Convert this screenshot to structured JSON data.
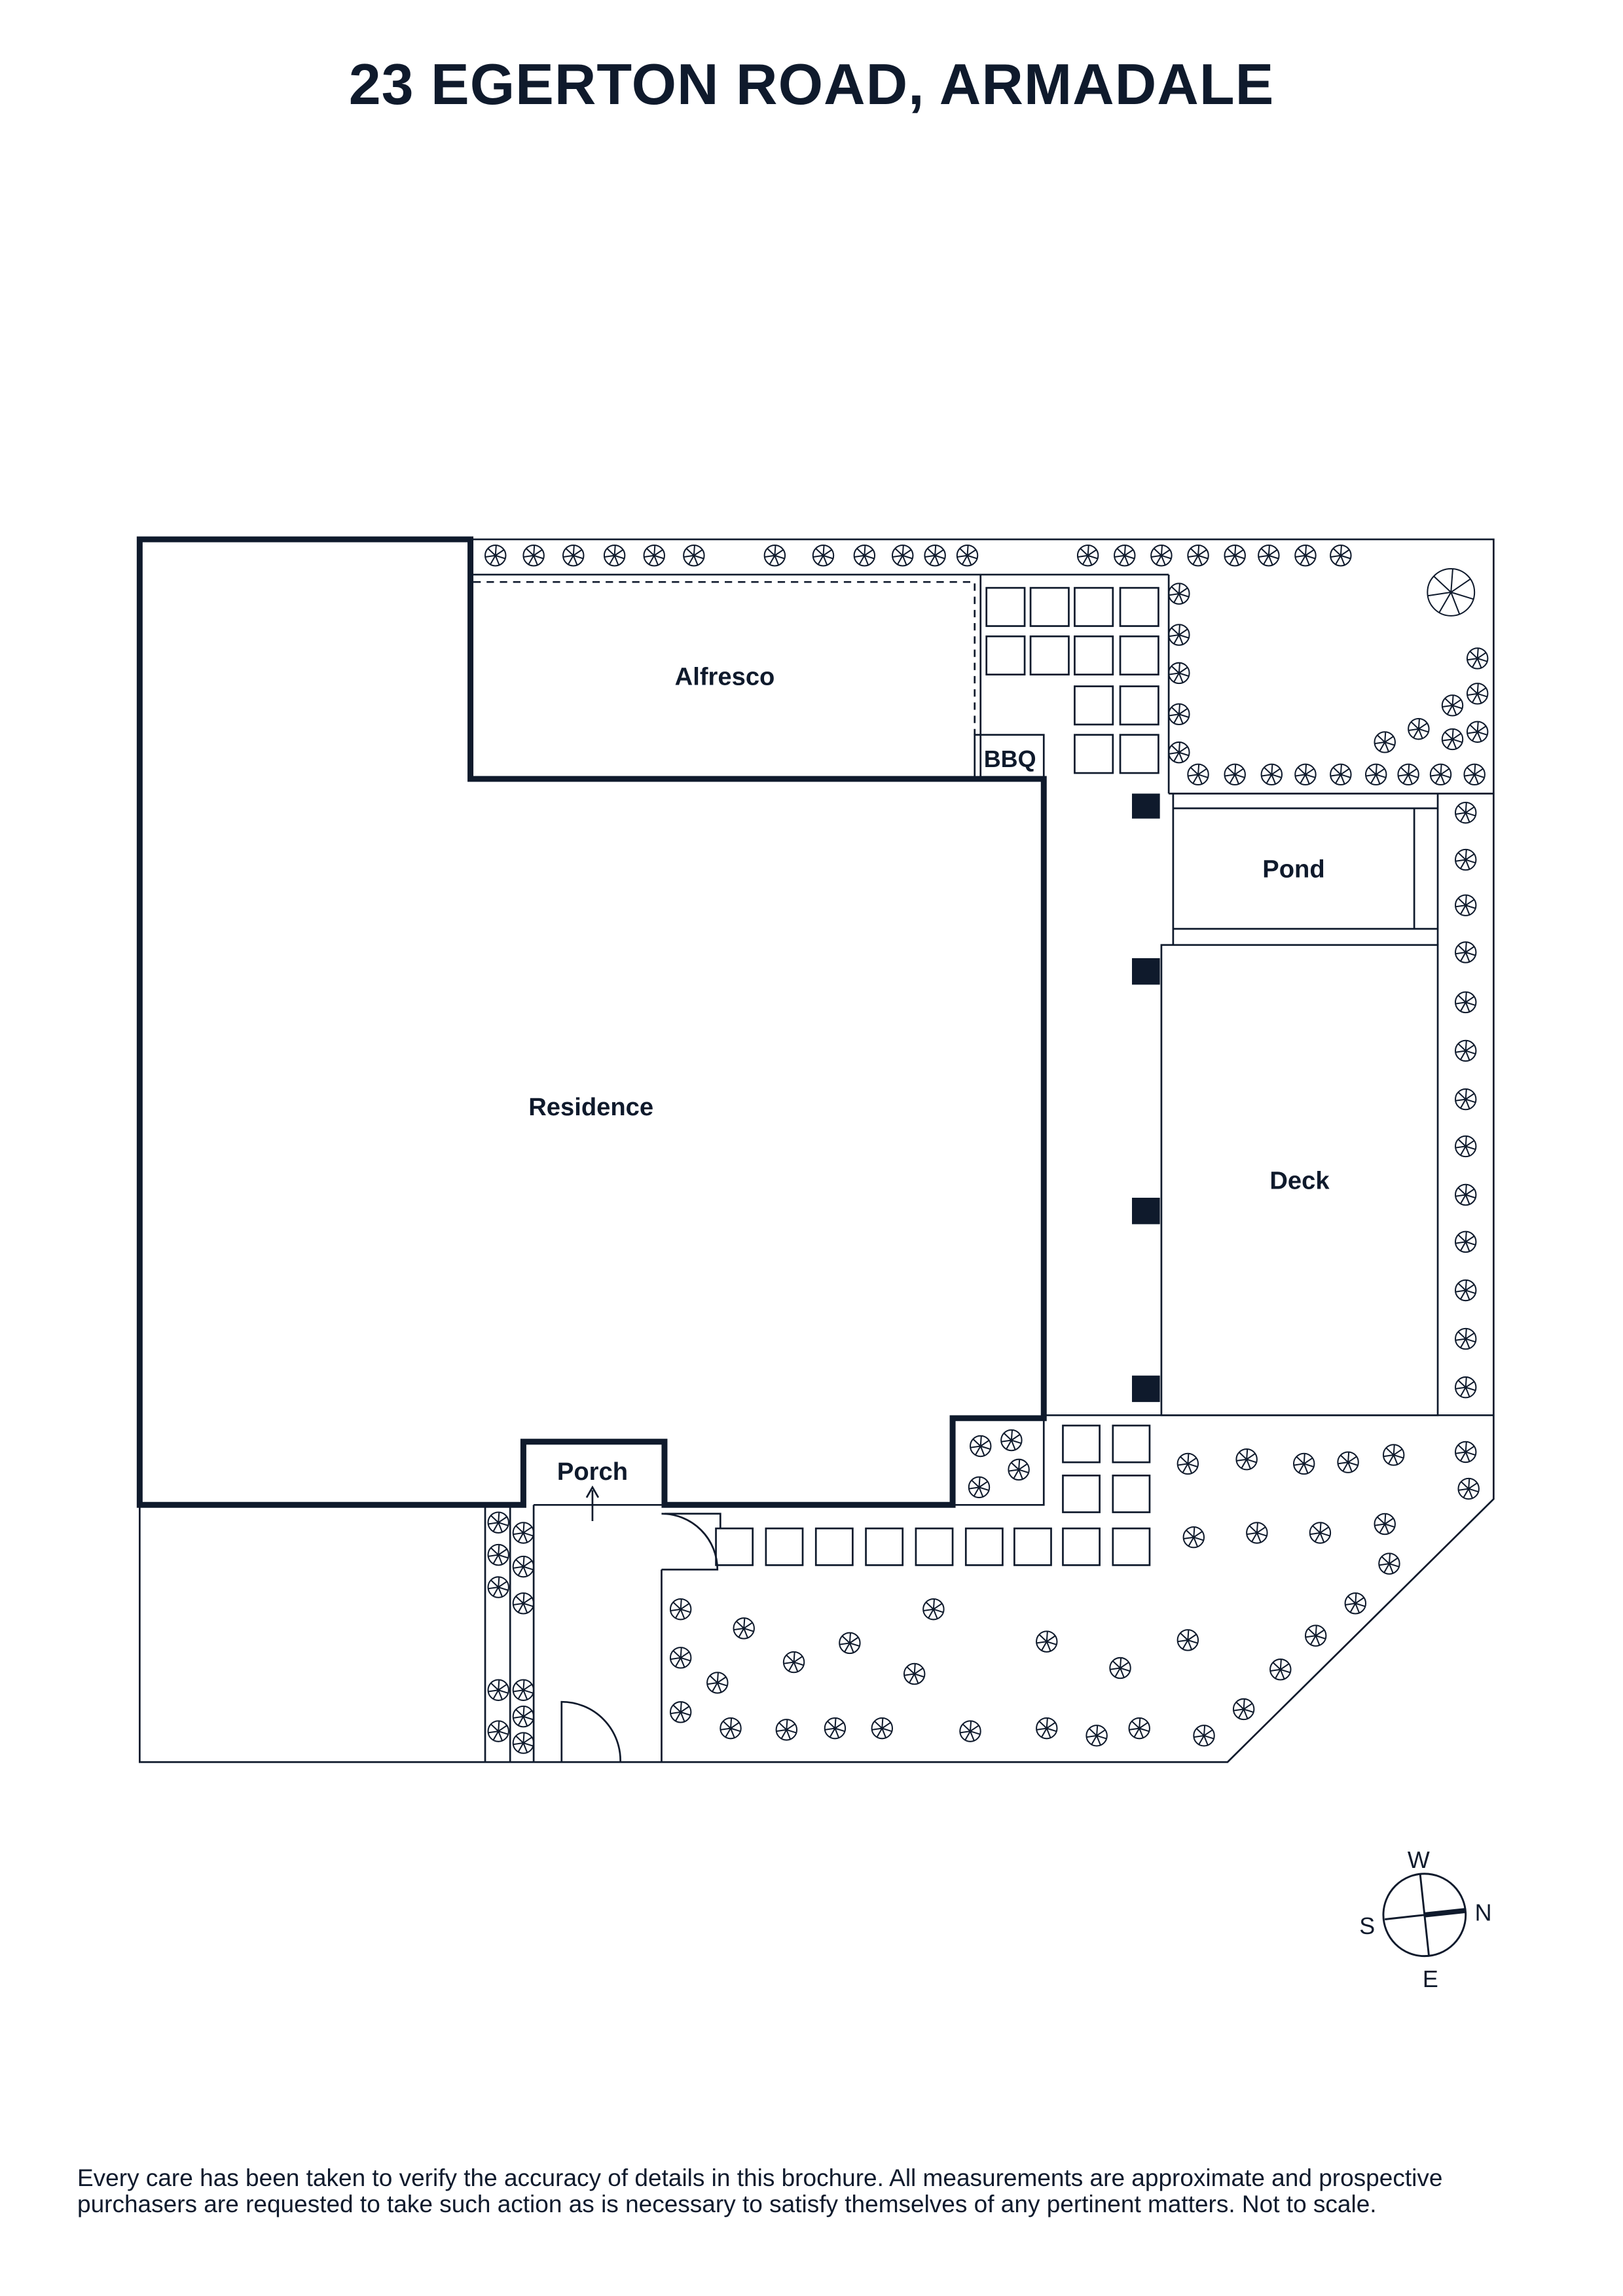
{
  "title": "23 EGERTON ROAD, ARMADALE",
  "rooms": {
    "alfresco": "Alfresco",
    "bbq": "BBQ",
    "residence": "Residence",
    "pond": "Pond",
    "deck": "Deck",
    "porch": "Porch"
  },
  "compass": {
    "n": "N",
    "s": "S",
    "e": "E",
    "w": "W"
  },
  "disclaimer": "Every care has been taken to verify the accuracy of details in this brochure. All measurements are approximate and prospective purchasers are requested to take such action as is necessary to satisfy themselves of any pertinent matters. Not to scale.",
  "colors": {
    "ink": "#0f1a2c",
    "background": "#ffffff"
  }
}
